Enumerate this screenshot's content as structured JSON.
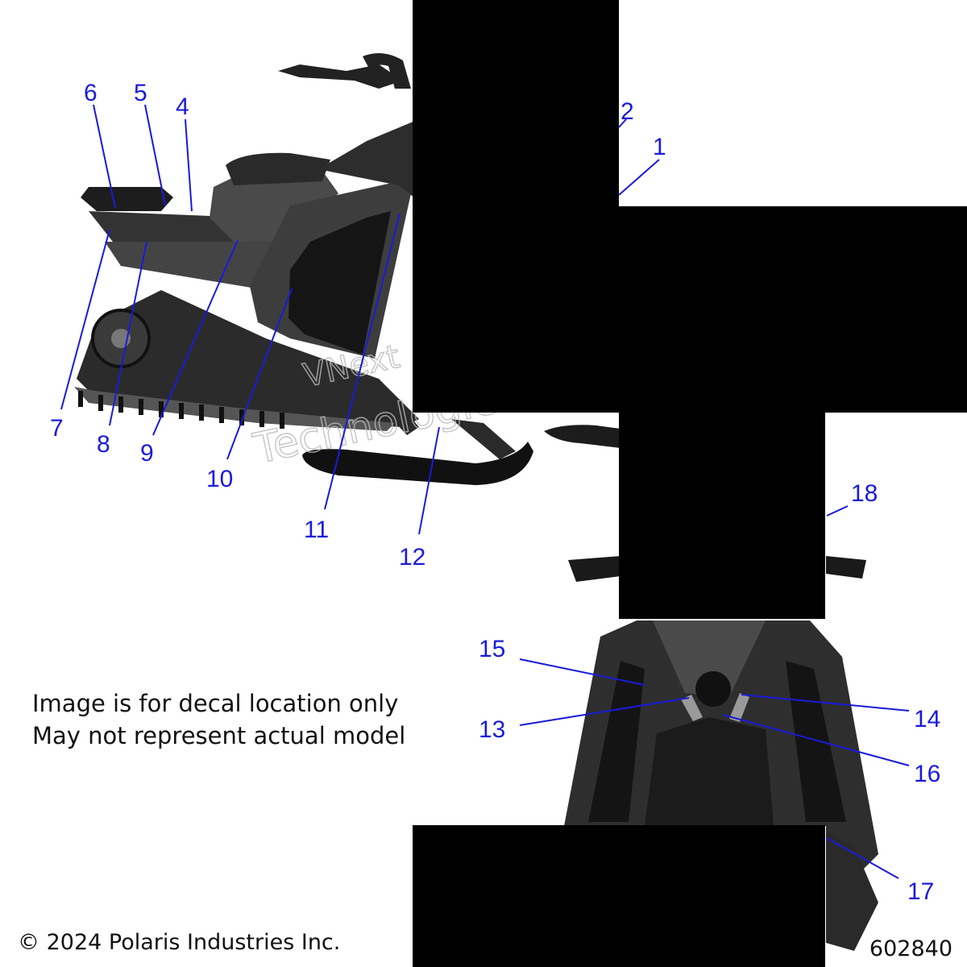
{
  "callouts": [
    {
      "id": "1",
      "label": "1"
    },
    {
      "id": "2",
      "label": "2"
    },
    {
      "id": "4",
      "label": "4"
    },
    {
      "id": "5",
      "label": "5"
    },
    {
      "id": "6",
      "label": "6"
    },
    {
      "id": "7",
      "label": "7"
    },
    {
      "id": "8",
      "label": "8"
    },
    {
      "id": "9",
      "label": "9"
    },
    {
      "id": "10",
      "label": "10"
    },
    {
      "id": "11",
      "label": "11"
    },
    {
      "id": "12",
      "label": "12"
    },
    {
      "id": "13",
      "label": "13"
    },
    {
      "id": "14",
      "label": "14"
    },
    {
      "id": "15",
      "label": "15"
    },
    {
      "id": "16",
      "label": "16"
    },
    {
      "id": "17",
      "label": "17"
    },
    {
      "id": "18",
      "label": "18"
    }
  ],
  "note": {
    "line1": "Image is for decal location only",
    "line2": "May not represent actual model"
  },
  "footer": {
    "copyright": "© 2024 Polaris Industries Inc.",
    "figure_number": "602840"
  },
  "colors": {
    "callout": "#1a1adb",
    "redaction": "#000000",
    "background": "#ffffff"
  }
}
